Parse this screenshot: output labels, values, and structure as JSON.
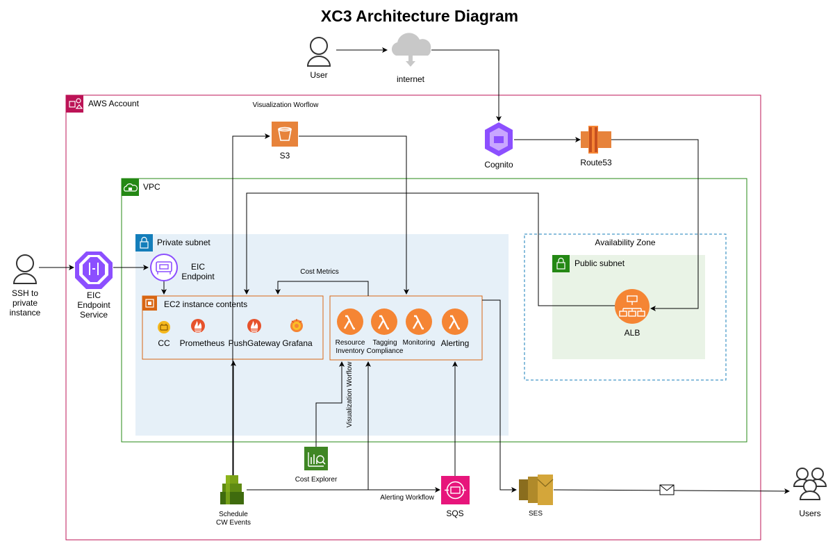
{
  "title": "XC3 Architecture Diagram",
  "external": {
    "user": "User",
    "internet": "internet",
    "ssh_user": [
      "SSH to",
      "private",
      "instance"
    ],
    "users": "Users"
  },
  "aws_account": {
    "label": "AWS Account"
  },
  "vpc": {
    "label": "VPC"
  },
  "private_subnet": {
    "label": "Private subnet"
  },
  "availability_zone": {
    "label": "Availability Zone"
  },
  "public_subnet": {
    "label": "Public subnet"
  },
  "services": {
    "s3": "S3",
    "cognito": "Cognito",
    "route53": "Route53",
    "alb": "ALB",
    "eic_service": [
      "EIC",
      "Endpoint",
      "Service"
    ],
    "eic_endpoint": [
      "EIC",
      "Endpoint"
    ],
    "cost_explorer": "Cost Explorer",
    "sqs": "SQS",
    "ses": "SES",
    "cw_events": [
      "Schedule",
      "CW Events"
    ]
  },
  "ec2": {
    "label": "EC2 instance contents",
    "apps": [
      "CC",
      "Prometheus",
      "PushGateway",
      "Grafana"
    ]
  },
  "lambdas": {
    "resource": [
      "Resource",
      "Inventory"
    ],
    "tagging": [
      "Tagging",
      "Compliance"
    ],
    "monitoring": "Monitoring",
    "alerting": "Alerting"
  },
  "flows": {
    "visualization_top": "Visualization Worflow",
    "visualization_vertical": "Visualization Worflow",
    "cost_metrics": "Cost Metrics",
    "alerting": "Alerting Workflow"
  },
  "colors": {
    "aws_account": "#bc1356",
    "vpc": "#248814",
    "private_subnet_fill": "#e6f0f8",
    "private_subnet_label": "#147eba",
    "public_subnet_fill": "#e9f3e6",
    "public_subnet_label": "#248814",
    "az_border": "#147eba",
    "ec2": "#d86613",
    "lambda": "#f58534",
    "s3": "#e7833b",
    "cognito": "#8c4fff",
    "sqs": "#e7157b",
    "ses": "#c7a33a",
    "cost_explorer": "#3f8624",
    "eic": "#8c4fff"
  }
}
